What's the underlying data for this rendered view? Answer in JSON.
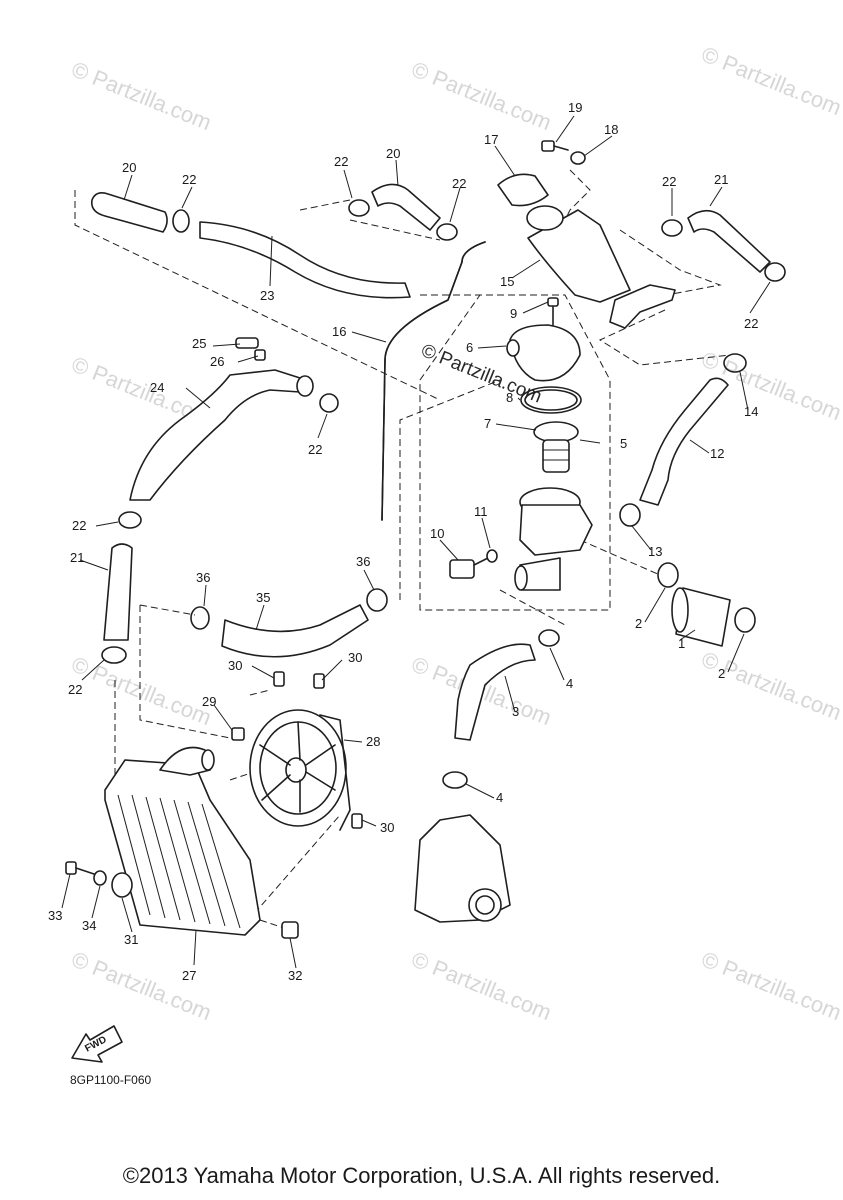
{
  "watermark": {
    "text": "© Partzilla.com"
  },
  "callouts": [
    {
      "id": "c1",
      "label": "1"
    },
    {
      "id": "c2a",
      "label": "2"
    },
    {
      "id": "c2b",
      "label": "2"
    },
    {
      "id": "c3",
      "label": "3"
    },
    {
      "id": "c4a",
      "label": "4"
    },
    {
      "id": "c4b",
      "label": "4"
    },
    {
      "id": "c5",
      "label": "5"
    },
    {
      "id": "c6",
      "label": "6"
    },
    {
      "id": "c7",
      "label": "7"
    },
    {
      "id": "c8",
      "label": "8"
    },
    {
      "id": "c9",
      "label": "9"
    },
    {
      "id": "c10",
      "label": "10"
    },
    {
      "id": "c11",
      "label": "11"
    },
    {
      "id": "c12",
      "label": "12"
    },
    {
      "id": "c13",
      "label": "13"
    },
    {
      "id": "c14",
      "label": "14"
    },
    {
      "id": "c15",
      "label": "15"
    },
    {
      "id": "c16",
      "label": "16"
    },
    {
      "id": "c17",
      "label": "17"
    },
    {
      "id": "c18",
      "label": "18"
    },
    {
      "id": "c19",
      "label": "19"
    },
    {
      "id": "c20a",
      "label": "20"
    },
    {
      "id": "c20b",
      "label": "20"
    },
    {
      "id": "c21a",
      "label": "21"
    },
    {
      "id": "c21b",
      "label": "21"
    },
    {
      "id": "c22a",
      "label": "22"
    },
    {
      "id": "c22b",
      "label": "22"
    },
    {
      "id": "c22c",
      "label": "22"
    },
    {
      "id": "c22d",
      "label": "22"
    },
    {
      "id": "c22e",
      "label": "22"
    },
    {
      "id": "c22f",
      "label": "22"
    },
    {
      "id": "c22g",
      "label": "22"
    },
    {
      "id": "c22h",
      "label": "22"
    },
    {
      "id": "c23",
      "label": "23"
    },
    {
      "id": "c24",
      "label": "24"
    },
    {
      "id": "c25",
      "label": "25"
    },
    {
      "id": "c26",
      "label": "26"
    },
    {
      "id": "c27",
      "label": "27"
    },
    {
      "id": "c28",
      "label": "28"
    },
    {
      "id": "c29",
      "label": "29"
    },
    {
      "id": "c30a",
      "label": "30"
    },
    {
      "id": "c30b",
      "label": "30"
    },
    {
      "id": "c30c",
      "label": "30"
    },
    {
      "id": "c31",
      "label": "31"
    },
    {
      "id": "c32",
      "label": "32"
    },
    {
      "id": "c33",
      "label": "33"
    },
    {
      "id": "c34",
      "label": "34"
    },
    {
      "id": "c35",
      "label": "35"
    },
    {
      "id": "c36a",
      "label": "36"
    },
    {
      "id": "c36b",
      "label": "36"
    }
  ],
  "fwd_label": "FWD",
  "diagram_code": "8GP1100-F060",
  "copyright": "©2013 Yamaha Motor Corporation, U.S.A. All rights reserved."
}
